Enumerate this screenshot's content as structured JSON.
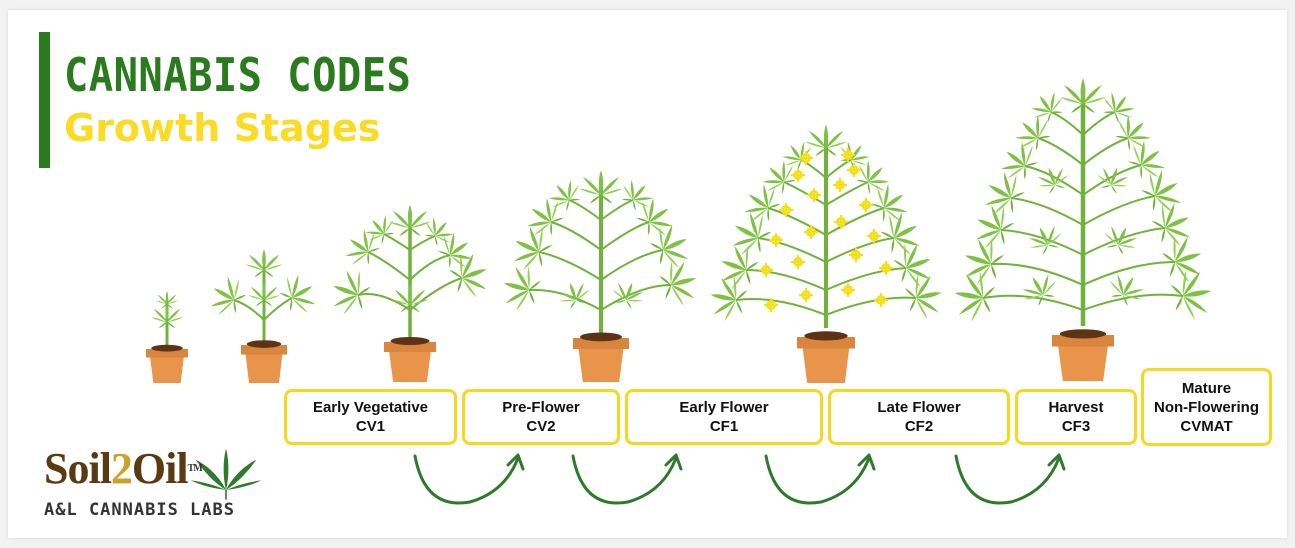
{
  "title": {
    "line1": "CANNABIS CODES",
    "line2": "Growth Stages"
  },
  "stages": [
    {
      "name": "Early Vegetative",
      "code": "CV1"
    },
    {
      "name": "Pre-Flower",
      "code": "CV2"
    },
    {
      "name": "Early Flower",
      "code": "CF1"
    },
    {
      "name": "Late Flower",
      "code": "CF2"
    },
    {
      "name": "Harvest",
      "code": "CF3"
    },
    {
      "name_line1": "Mature",
      "name_line2": "Non-Flowering",
      "code": "CVMAT"
    }
  ],
  "logo": {
    "part1": "Soil",
    "part2": "2",
    "part3": "Oil",
    "trademark": "TM",
    "subtitle": "A&L CANNABIS LABS"
  },
  "colors": {
    "title_green": "#2a7a1e",
    "title_yellow": "#fbdb24",
    "box_border": "#f7d81e",
    "pot": "#e8944a",
    "leaf": "#7dc242",
    "flower": "#f4e01a",
    "arrow": "#2e7a2a"
  }
}
